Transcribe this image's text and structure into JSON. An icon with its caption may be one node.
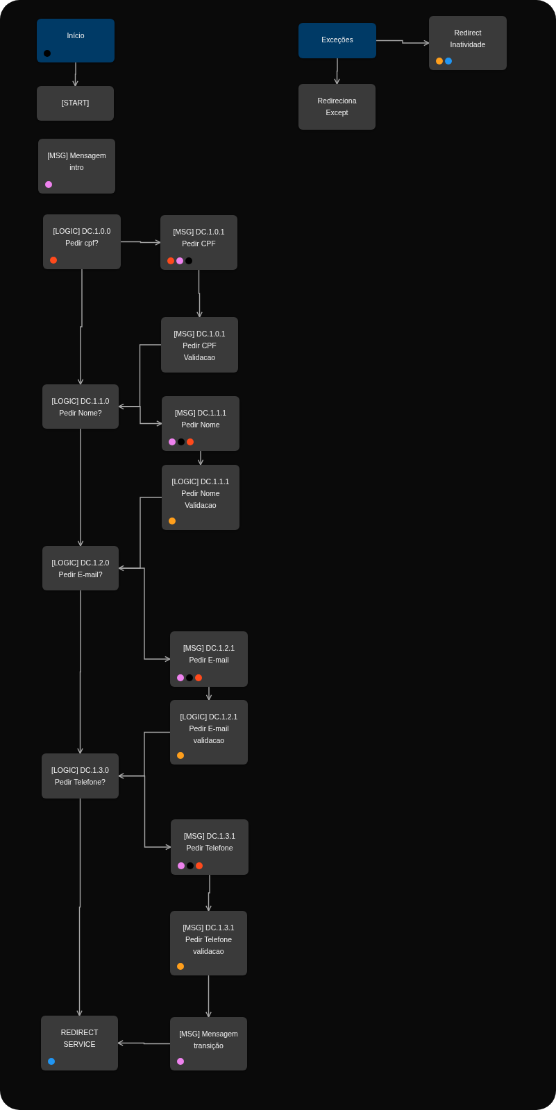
{
  "diagram": {
    "nodes": [
      {
        "text": [
          "Início"
        ]
      },
      {
        "text": [
          "[START]"
        ]
      },
      {
        "text": [
          "[MSG] Mensagem intro"
        ]
      },
      {
        "text": [
          "Exceções"
        ]
      },
      {
        "text": [
          "Redirect Inatividade"
        ]
      },
      {
        "text": [
          "Redireciona Except"
        ]
      },
      {
        "text": [
          "[LOGIC] DC.1.0.0 Pedir cpf?"
        ]
      },
      {
        "text": [
          "[MSG] DC.1.0.1 Pedir CPF"
        ]
      },
      {
        "text": [
          "[MSG] DC.1.0.1 Pedir CPF Validacao"
        ]
      },
      {
        "text": [
          "[LOGIC] DC.1.1.0 Pedir Nome?"
        ]
      },
      {
        "text": [
          "[MSG] DC.1.1.1 Pedir Nome"
        ]
      },
      {
        "text": [
          "[LOGIC] DC.1.1.1 Pedir Nome Validacao"
        ]
      },
      {
        "text": [
          "[LOGIC] DC.1.2.0 Pedir E-mail?"
        ]
      },
      {
        "text": [
          "[MSG] DC.1.2.1 Pedir E-mail"
        ]
      },
      {
        "text": [
          "[LOGIC] DC.1.2.1 Pedir E-mail validacao"
        ]
      },
      {
        "text": [
          "[LOGIC] DC.1.3.0 Pedir Telefone?"
        ]
      },
      {
        "text": [
          "[MSG] DC.1.3.1 Pedir Telefone"
        ]
      },
      {
        "text": [
          "[MSG] DC.1.3.1 Pedir Telefone validacao"
        ]
      },
      {
        "text": [
          "REDIRECT SERVICE"
        ]
      },
      {
        "text": [
          "[MSG] Mensagem transição"
        ]
      }
    ],
    "edges": [
      {
        "from": 0,
        "to": 1,
        "arrow": "to"
      },
      {
        "from": 3,
        "to": 4,
        "arrow": "to"
      },
      {
        "from": 3,
        "to": 5,
        "arrow": "to"
      },
      {
        "from": 6,
        "to": 7,
        "arrow": "to"
      },
      {
        "from": 6,
        "to": 9,
        "arrow": "to"
      },
      {
        "from": 7,
        "to": 8,
        "arrow": "to"
      },
      {
        "from": 8,
        "to": 9,
        "arrow": "to"
      },
      {
        "from": 9,
        "to": 10,
        "arrow": "to"
      },
      {
        "from": 9,
        "to": 12,
        "arrow": "to"
      },
      {
        "from": 10,
        "to": 11,
        "arrow": "to"
      },
      {
        "from": 11,
        "to": 12,
        "arrow": "to"
      },
      {
        "from": 12,
        "to": 13,
        "arrow": "to"
      },
      {
        "from": 12,
        "to": 15,
        "arrow": "to"
      },
      {
        "from": 13,
        "to": 14,
        "arrow": "to"
      },
      {
        "from": 14,
        "to": 15,
        "arrow": "to"
      },
      {
        "from": 15,
        "to": 16,
        "arrow": "to"
      },
      {
        "from": 15,
        "to": 18,
        "arrow": "to"
      },
      {
        "from": 16,
        "to": 17,
        "arrow": "to"
      },
      {
        "from": 17,
        "to": 19,
        "arrow": "to"
      },
      {
        "from": 19,
        "to": 18,
        "arrow": "to"
      }
    ]
  }
}
